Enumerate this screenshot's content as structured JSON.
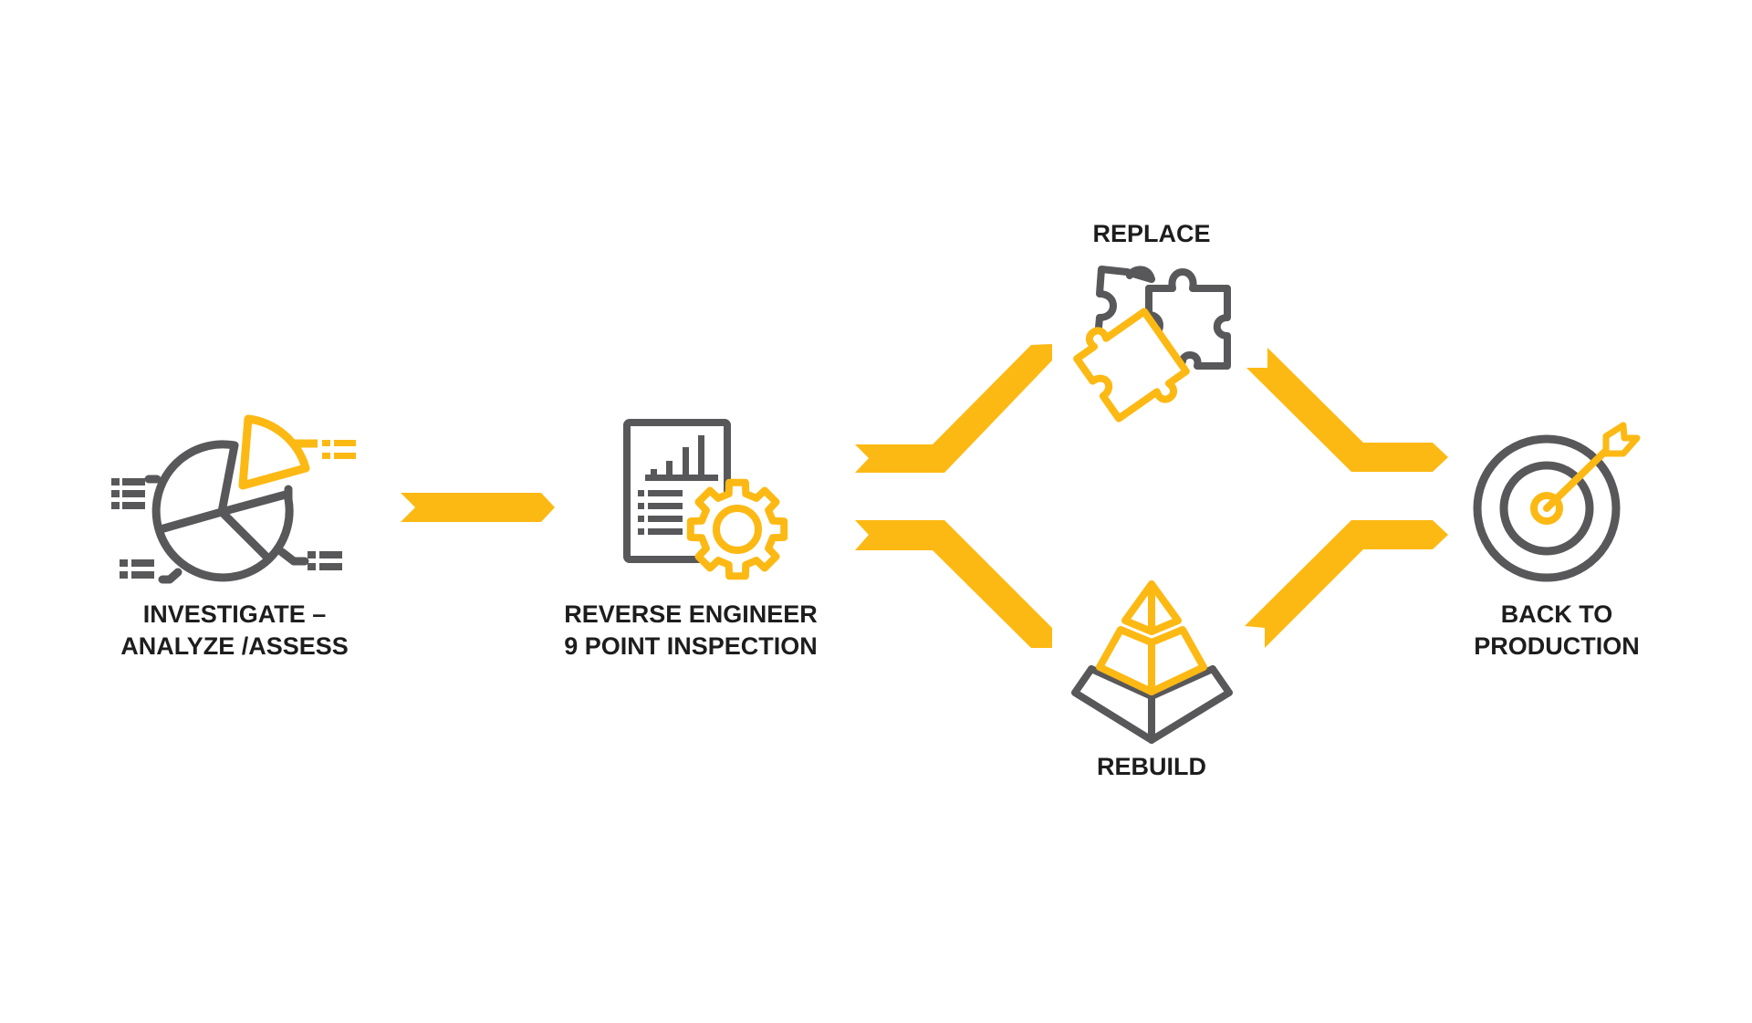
{
  "colors": {
    "accent": "#FDB913",
    "icon_gray": "#58585A",
    "text": "#1D1D1D",
    "background": "#FFFFFF"
  },
  "steps": [
    {
      "id": "investigate",
      "lines": [
        "INVESTIGATE –",
        "ANALYZE /ASSESS"
      ],
      "icon": "pie-chart-icon"
    },
    {
      "id": "reverse-engineer",
      "lines": [
        "REVERSE ENGINEER",
        "9 POINT INSPECTION"
      ],
      "icon": "report-gear-icon"
    },
    {
      "id": "replace",
      "lines": [
        "REPLACE"
      ],
      "icon": "puzzle-icon"
    },
    {
      "id": "rebuild",
      "lines": [
        "REBUILD"
      ],
      "icon": "pyramid-icon"
    },
    {
      "id": "back-to-production",
      "lines": [
        "BACK TO",
        "PRODUCTION"
      ],
      "icon": "target-icon"
    }
  ],
  "connectors": [
    {
      "from": "investigate",
      "to": "reverse-engineer"
    },
    {
      "from": "reverse-engineer",
      "to": "replace"
    },
    {
      "from": "reverse-engineer",
      "to": "rebuild"
    },
    {
      "from": "replace",
      "to": "back-to-production"
    },
    {
      "from": "rebuild",
      "to": "back-to-production"
    }
  ]
}
